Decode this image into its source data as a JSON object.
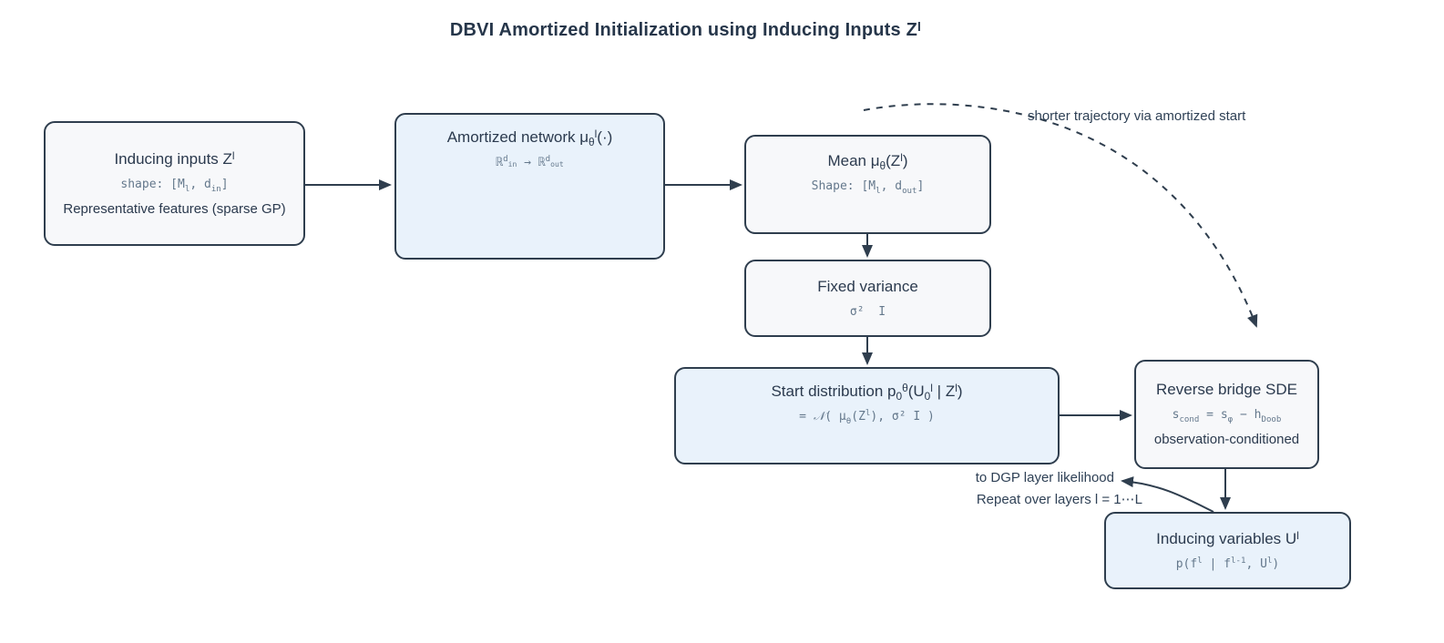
{
  "title": {
    "segments": [
      {
        "t": "DBVI Amortized Initialization using Inducing Inputs Z"
      },
      {
        "t": "l",
        "v": "sup"
      }
    ]
  },
  "boxes": [
    {
      "id": "inducing-inputs",
      "kind": "gray",
      "lines": [
        {
          "style": "heading",
          "segments": [
            {
              "t": "Inducing inputs Z"
            },
            {
              "t": "l",
              "v": "sup"
            }
          ]
        },
        {
          "style": "mono",
          "segments": [
            {
              "t": "shape: [M"
            },
            {
              "t": "l",
              "v": "sub"
            },
            {
              "t": ", d"
            },
            {
              "t": "in",
              "v": "sub"
            },
            {
              "t": "]"
            }
          ]
        },
        {
          "style": "text",
          "segments": [
            {
              "t": "Representative features (sparse GP)"
            }
          ]
        }
      ]
    },
    {
      "id": "amortized-network",
      "kind": "blue",
      "valign": "top",
      "lines": [
        {
          "style": "heading",
          "segments": [
            {
              "t": "Amortized network μ"
            },
            {
              "t": "θ",
              "v": "sub"
            },
            {
              "t": "l",
              "v": "sup"
            },
            {
              "t": "(·)"
            }
          ]
        },
        {
          "style": "mono",
          "segments": [
            {
              "t": "ℝ"
            },
            {
              "t": "d",
              "v": "sup"
            },
            {
              "t": "in",
              "v": "subsup"
            },
            {
              "t": " → "
            },
            {
              "t": "ℝ"
            },
            {
              "t": "d",
              "v": "sup"
            },
            {
              "t": "out",
              "v": "subsup"
            }
          ]
        }
      ]
    },
    {
      "id": "mean",
      "kind": "gray",
      "valign": "top12",
      "lines": [
        {
          "style": "heading",
          "segments": [
            {
              "t": "Mean μ"
            },
            {
              "t": "θ",
              "v": "sub"
            },
            {
              "t": "(Z"
            },
            {
              "t": "l",
              "v": "sup"
            },
            {
              "t": ")"
            }
          ]
        },
        {
          "style": "mono",
          "segments": [
            {
              "t": "Shape: [M"
            },
            {
              "t": "l",
              "v": "sub"
            },
            {
              "t": ", d"
            },
            {
              "t": "out",
              "v": "sub"
            },
            {
              "t": "]"
            }
          ]
        }
      ]
    },
    {
      "id": "fixed-variance",
      "kind": "gray",
      "lines": [
        {
          "style": "heading",
          "segments": [
            {
              "t": "Fixed variance"
            }
          ]
        },
        {
          "style": "mono",
          "segments": [
            {
              "t": "σ²  I"
            }
          ]
        }
      ]
    },
    {
      "id": "start-distribution",
      "kind": "blue",
      "valign": "top",
      "lines": [
        {
          "style": "heading",
          "segments": [
            {
              "t": "Start distribution p"
            },
            {
              "t": "0",
              "v": "sub"
            },
            {
              "t": "θ",
              "v": "sup"
            },
            {
              "t": "(U"
            },
            {
              "t": "0",
              "v": "sub"
            },
            {
              "t": "l",
              "v": "sup"
            },
            {
              "t": " | Z"
            },
            {
              "t": "l",
              "v": "sup"
            },
            {
              "t": ")"
            }
          ]
        },
        {
          "style": "mono",
          "segments": [
            {
              "t": "= "
            },
            {
              "t": "𝒩",
              "v": "script"
            },
            {
              "t": "( μ"
            },
            {
              "t": "θ",
              "v": "sub"
            },
            {
              "t": "(Z"
            },
            {
              "t": "l",
              "v": "sup"
            },
            {
              "t": "), σ² I )"
            }
          ]
        }
      ]
    },
    {
      "id": "reverse-bridge",
      "kind": "gray",
      "lines": [
        {
          "style": "heading",
          "segments": [
            {
              "t": "Reverse bridge SDE"
            }
          ]
        },
        {
          "style": "mono",
          "segments": [
            {
              "t": "s"
            },
            {
              "t": "cond",
              "v": "sub"
            },
            {
              "t": " = s"
            },
            {
              "t": "φ",
              "v": "sub"
            },
            {
              "t": " − h"
            },
            {
              "t": "Doob",
              "v": "sub"
            }
          ]
        },
        {
          "style": "text",
          "segments": [
            {
              "t": "observation-conditioned"
            }
          ]
        }
      ]
    },
    {
      "id": "inducing-variables",
      "kind": "blue",
      "lines": [
        {
          "style": "heading",
          "segments": [
            {
              "t": "Inducing variables U"
            },
            {
              "t": "l",
              "v": "sup"
            }
          ]
        },
        {
          "style": "mono",
          "segments": [
            {
              "t": "p(f"
            },
            {
              "t": "l",
              "v": "sup"
            },
            {
              "t": " | f"
            },
            {
              "t": "l-1",
              "v": "sup"
            },
            {
              "t": ", U"
            },
            {
              "t": "l",
              "v": "sup"
            },
            {
              "t": ")"
            }
          ]
        }
      ]
    }
  ],
  "labels": {
    "shorter_trajectory": "shorter trajectory via amortized start",
    "to_dgp": "to DGP layer likelihood",
    "repeat_layers": "Repeat over layers l = 1⋯L"
  },
  "colors": {
    "node_border": "#2f3e4e",
    "node_fill_blue": "#e9f2fb",
    "node_fill_gray": "#f7f8fa",
    "arrow": "#2f3e4e",
    "heading_text": "#2b3a4e",
    "mono_text": "#64788c",
    "label_text": "#2f4156"
  }
}
